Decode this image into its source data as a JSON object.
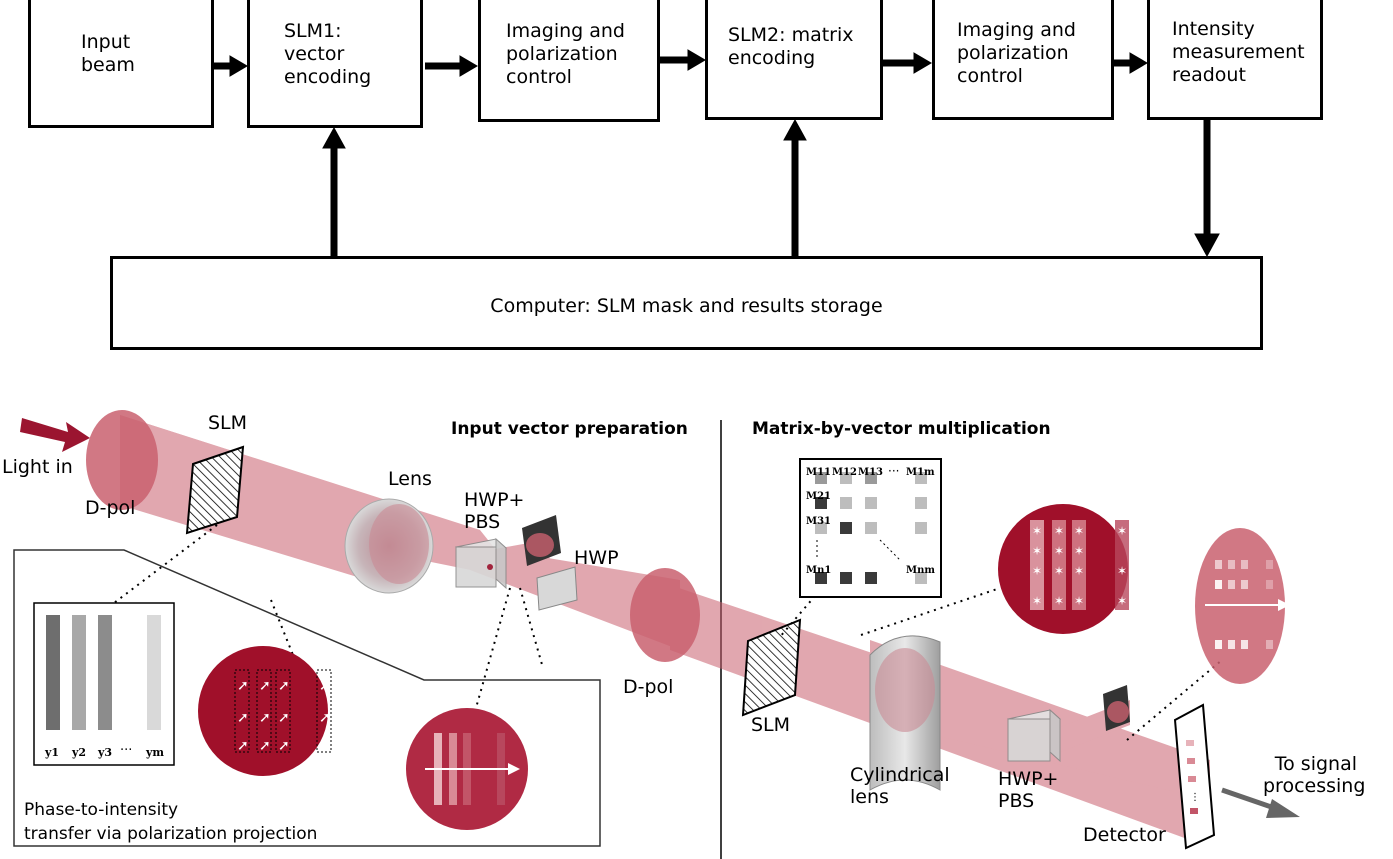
{
  "flow": {
    "input_beam": "Input\nbeam",
    "slm1": "SLM1:\nvector\nencoding",
    "imaging1": "Imaging and\npolarization\ncontrol",
    "slm2": "SLM2: matrix\nencoding",
    "imaging2": "Imaging and\npolarization\ncontrol",
    "intensity": "Intensity\nmeasurement\nreadout",
    "computer": "Computer: SLM mask and results storage"
  },
  "setup": {
    "light_in": "Light in",
    "slm_left": "SLM",
    "dpol_left": "D-pol",
    "lens": "Lens",
    "hwp_pbs_left": "HWP+\nPBS",
    "hwp": "HWP",
    "dpol_mid": "D-pol",
    "section_left": "Input vector preparation",
    "section_right": "Matrix-by-vector multiplication",
    "slm_right": "SLM",
    "cyl_lens": "Cylindrical\nlens",
    "hwp_pbs_right": "HWP+\nPBS",
    "detector": "Detector",
    "to_signal": "To signal\nprocessing",
    "inset_caption": "Phase-to-intensity\ntransfer via polarization projection"
  },
  "vector_labels": [
    "y1",
    "y2",
    "y3",
    "···",
    "ym"
  ],
  "matrix_labels": [
    "M11",
    "M12",
    "M13",
    "···",
    "M1m",
    "M21",
    "M31",
    "Mn1",
    "Mnm"
  ],
  "colors": {
    "beam": "#c9606e",
    "beam_light": "#e7b3ba",
    "crimson": "#a0102a",
    "arrow_red": "#9b1530"
  }
}
